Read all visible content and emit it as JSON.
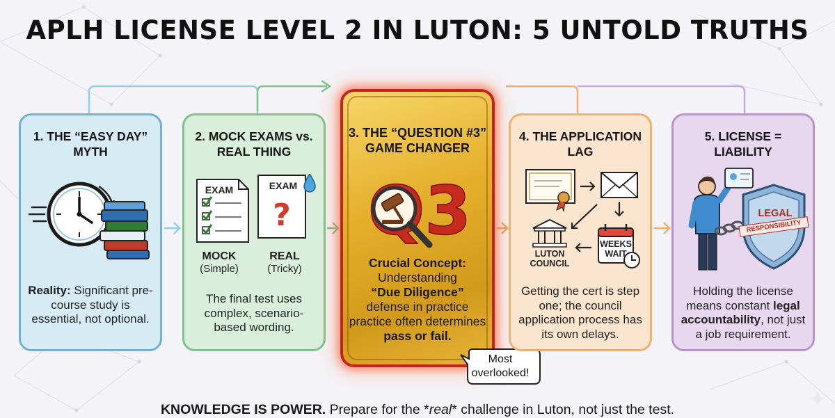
{
  "title": "APLH LICENSE LEVEL 2 IN LUTON: 5 UNTOLD TRUTHS",
  "cards": [
    {
      "heading": "1. THE “EASY DAY” MYTH",
      "body_strong": "Reality:",
      "body_text": " Significant pre-course study is essential, not optional."
    },
    {
      "heading": "2. MOCK EXAMS vs. REAL THING",
      "exam_label": "EXAM",
      "mock_label": "MOCK",
      "mock_sub": "(Simple)",
      "real_label": "REAL",
      "real_sub": "(Tricky)",
      "body_text": "The final test uses complex, scenario-based wording."
    },
    {
      "heading": "3. THE “QUESTION #3” GAME CHANGER",
      "q3_text": "Q3",
      "body_strong1": "Crucial Concept:",
      "body_text1": "Understanding",
      "body_strong2": "“Due Diligence”",
      "body_text2": "defense in practice practice often determines",
      "body_strong3": "pass or fail."
    },
    {
      "heading": "4. THE APPLICATION LAG",
      "weeks_wait": "WEEKS WAIT",
      "council_label": "LUTON COUNCIL",
      "body_text": "Getting the cert is step one; the council application process has its own delays."
    },
    {
      "heading": "5. LICENSE = LIABILITY",
      "shield_line1": "LEGAL",
      "shield_line2": "RESPONSIBILITY",
      "body_text1": "Holding the license means constant ",
      "body_strong": "legal accountability",
      "body_text2": ", not just a job requirement."
    }
  ],
  "callout": "Most overlooked!",
  "footer": {
    "strong": "KNOWLEDGE IS POWER.",
    "pre": " Prepare for the *",
    "emph": "real",
    "post": "* challenge in Luton, not just the test."
  },
  "colors": {
    "card1": "#d7ebf5",
    "card2": "#d9efdc",
    "card3": "#e5b02c",
    "card4": "#fbe5cf",
    "card5": "#e7d8ef",
    "accent_red": "#c4241a"
  },
  "icons": [
    "clock-icon",
    "books-icon",
    "exam-paper-icon",
    "water-drop-icon",
    "gavel-icon",
    "magnifier-icon",
    "certificate-icon",
    "envelope-icon",
    "calendar-icon",
    "council-building-icon",
    "person-icon",
    "chain-icon",
    "shield-icon",
    "sparkle-icon"
  ]
}
